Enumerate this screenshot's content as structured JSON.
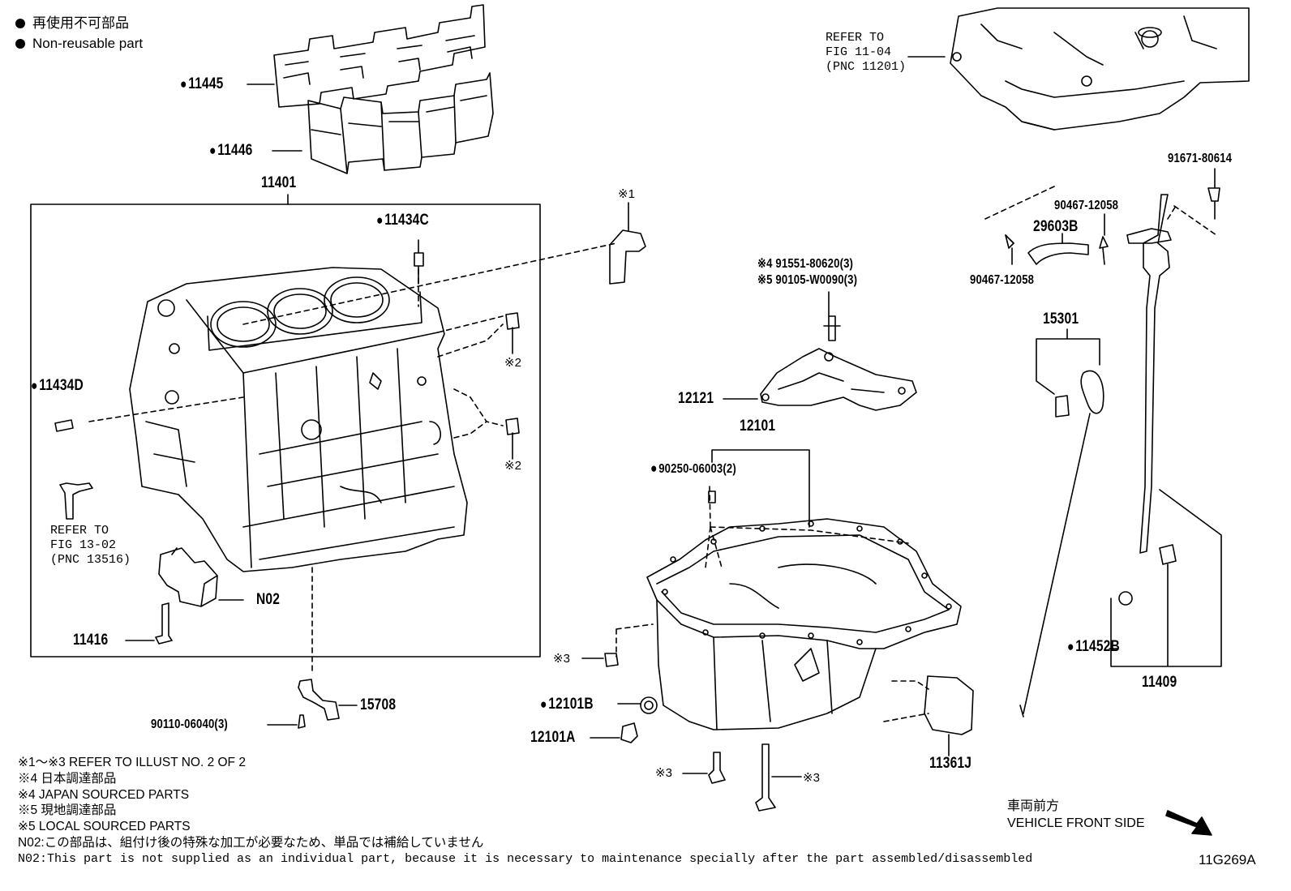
{
  "legend": {
    "jp": "再使用不可部品",
    "en": "Non-reusable part",
    "symbol": "●"
  },
  "refs": {
    "fig1104": [
      "REFER TO",
      "FIG 11-04",
      "(PNC 11201)"
    ],
    "fig1302": [
      "REFER TO",
      "FIG 13-02",
      "(PNC 13516)"
    ]
  },
  "parts": {
    "p11445": "11445",
    "p11446": "11446",
    "p11401": "11401",
    "p11434C": "11434C",
    "p11434D": "11434D",
    "x1": "※1",
    "x2a": "※2",
    "x2b": "※2",
    "pN02": "N02",
    "p11416": "11416",
    "p15708": "15708",
    "p90110": "90110-06040(3)",
    "p91551": "※4 91551-80620(3)",
    "p90105": "※5 90105-W0090(3)",
    "p12121": "12121",
    "p12101": "12101",
    "p90250": "90250-06003(2)",
    "x3a": "※3",
    "p12101B": "12101B",
    "p12101A": "12101A",
    "x3b": "※3",
    "x3c": "※3",
    "p11361J": "11361J",
    "p91671": "91671-80614",
    "p90467a": "90467-12058",
    "p29603B": "29603B",
    "p90467b": "90467-12058",
    "p15301": "15301",
    "p11452B": "11452B",
    "p11409": "11409"
  },
  "notes": [
    "※1～※3  REFER TO ILLUST NO. 2 OF 2",
    "※4  日本調達部品",
    "※4  JAPAN SOURCED PARTS",
    "※5  現地調達部品",
    "※5  LOCAL SOURCED PARTS",
    "N02:この部品は、組付け後の特殊な加工が必要なため、単品では補給していません",
    "N02:This part is not supplied as an individual part, because it is necessary to maintenance specially after the part assembled/disassembled"
  ],
  "direction": {
    "jp": "車両前方",
    "en": "VEHICLE FRONT SIDE"
  },
  "figure_id": "11G269A"
}
